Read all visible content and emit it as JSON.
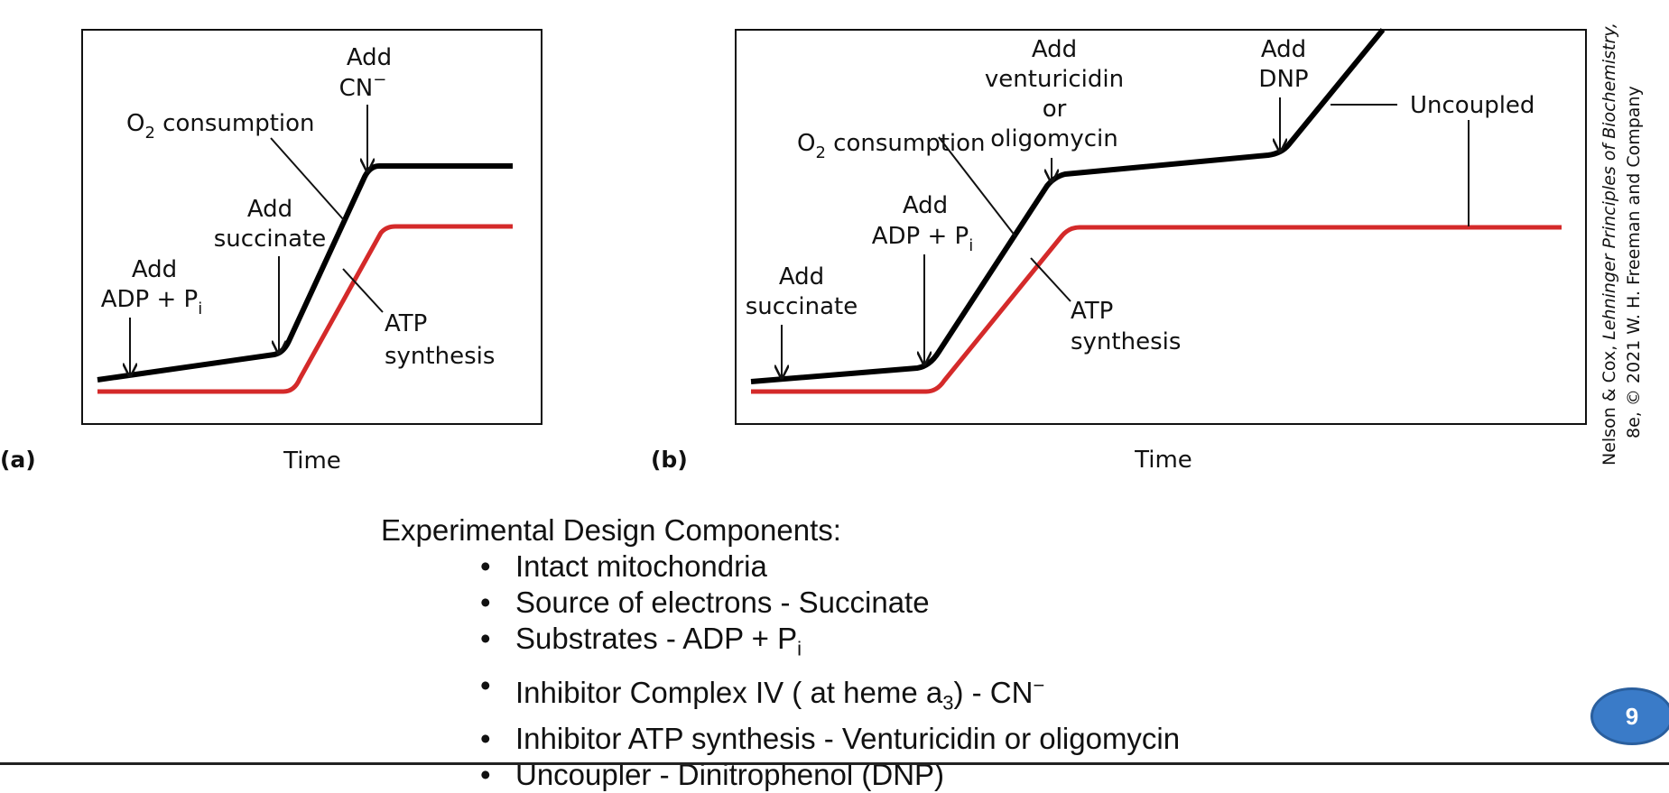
{
  "panels": [
    {
      "label": "(a)",
      "xlabel": "Time",
      "series": [
        {
          "name": "O2 consumption",
          "color": "#000000"
        },
        {
          "name": "ATP synthesis",
          "color": "#d42a2a"
        }
      ],
      "annotations": {
        "add_adp_pi": {
          "line1": "Add",
          "line2": "ADP + P",
          "sub": "i"
        },
        "add_succinate": {
          "line1": "Add",
          "line2": "succinate"
        },
        "add_cn": {
          "line1": "Add",
          "line2": "CN",
          "sup": "−"
        },
        "o2_consumption": {
          "pre": "O",
          "sub": "2",
          "post": " consumption"
        },
        "atp_synthesis": {
          "line1": "ATP",
          "line2": "synthesis"
        }
      }
    },
    {
      "label": "(b)",
      "xlabel": "Time",
      "series": [
        {
          "name": "O2 consumption",
          "color": "#000000"
        },
        {
          "name": "ATP synthesis",
          "color": "#d42a2a"
        }
      ],
      "annotations": {
        "add_succinate": {
          "line1": "Add",
          "line2": "succinate"
        },
        "add_adp_pi": {
          "line1": "Add",
          "line2": "ADP + P",
          "sub": "i"
        },
        "o2_consumption": {
          "pre": "O",
          "sub": "2",
          "post": " consumption"
        },
        "add_venturicidin": {
          "line1": "Add",
          "line2": "venturicidin",
          "line3": "or",
          "line4": "oligomycin"
        },
        "atp_synthesis": {
          "line1": "ATP",
          "line2": "synthesis"
        },
        "add_dnp": {
          "line1": "Add",
          "line2": "DNP"
        },
        "uncoupled": "Uncoupled"
      }
    }
  ],
  "credit": {
    "line1_pre": "Nelson & Cox, ",
    "line1_italic": "Lehninger Principles of Biochemistry,",
    "line2": "8e, © 2021 W. H. Freeman and Company"
  },
  "design": {
    "heading": "Experimental Design Components:",
    "items": [
      {
        "text": "Intact mitochondria"
      },
      {
        "text": "Source of electrons - Succinate"
      },
      {
        "pre": "Substrates - ADP + P",
        "sub": "i",
        "post": ""
      },
      {
        "pre": "Inhibitor Complex IV ( at heme a",
        "sub": "3",
        "post": ") - CN",
        "sup": "−"
      },
      {
        "text": "Inhibitor ATP synthesis - Venturicidin or oligomycin"
      },
      {
        "text": "Uncoupler - Dinitrophenol (DNP)"
      }
    ]
  },
  "slide_number": "9",
  "colors": {
    "o2_line": "#000000",
    "atp_line": "#d42a2a",
    "badge": "#3a7bc8"
  }
}
